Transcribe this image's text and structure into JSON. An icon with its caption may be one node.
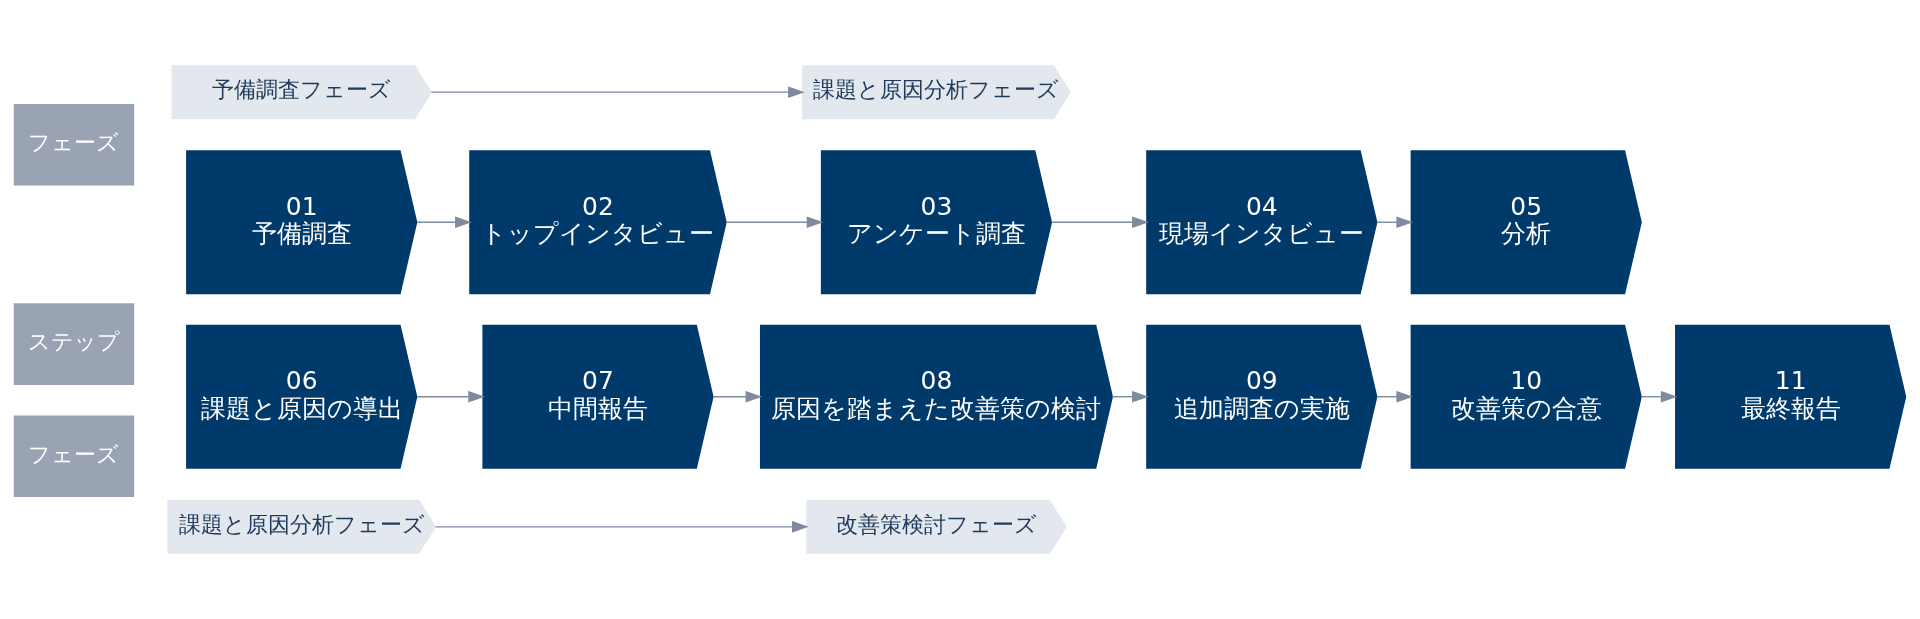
{
  "diagram": {
    "nodes": [
      {
        "text": [
          "フェーズ"
        ]
      },
      {
        "text": [
          "予備調査フェーズ"
        ]
      },
      {
        "text": [
          "課題と原因分析フェーズ"
        ]
      },
      {
        "text": [
          "ステップ"
        ]
      },
      {
        "text": [
          "01",
          "予備調査"
        ]
      },
      {
        "text": [
          "02",
          "トップインタビュー"
        ]
      },
      {
        "text": [
          "03",
          "アンケート調査"
        ]
      },
      {
        "text": [
          "04",
          "現場インタビュー"
        ]
      },
      {
        "text": [
          "05",
          "分析"
        ]
      },
      {
        "text": [
          "06",
          "課題と原因の導出"
        ]
      },
      {
        "text": [
          "07",
          "中間報告"
        ]
      },
      {
        "text": [
          "08",
          "原因を踏まえた改善策の検討"
        ]
      },
      {
        "text": [
          "09",
          "追加調査の実施"
        ]
      },
      {
        "text": [
          "10",
          "改善策の合意"
        ]
      },
      {
        "text": [
          "11",
          "最終報告"
        ]
      },
      {
        "text": [
          "フェーズ"
        ]
      },
      {
        "text": [
          "課題と原因分析フェーズ"
        ]
      },
      {
        "text": [
          "改善策検討フェーズ"
        ]
      }
    ],
    "edges": [
      {
        "from": 1,
        "to": 2,
        "arrow": "to"
      },
      {
        "from": 4,
        "to": 5,
        "arrow": "to"
      },
      {
        "from": 5,
        "to": 6,
        "arrow": "to"
      },
      {
        "from": 6,
        "to": 7,
        "arrow": "to"
      },
      {
        "from": 7,
        "to": 8,
        "arrow": "to"
      },
      {
        "from": 9,
        "to": 10,
        "arrow": "to"
      },
      {
        "from": 10,
        "to": 11,
        "arrow": "to"
      },
      {
        "from": 11,
        "to": 12,
        "arrow": "to"
      },
      {
        "from": 12,
        "to": 13,
        "arrow": "to"
      },
      {
        "from": 13,
        "to": 14,
        "arrow": "to"
      },
      {
        "from": 16,
        "to": 17,
        "arrow": "to"
      }
    ]
  }
}
